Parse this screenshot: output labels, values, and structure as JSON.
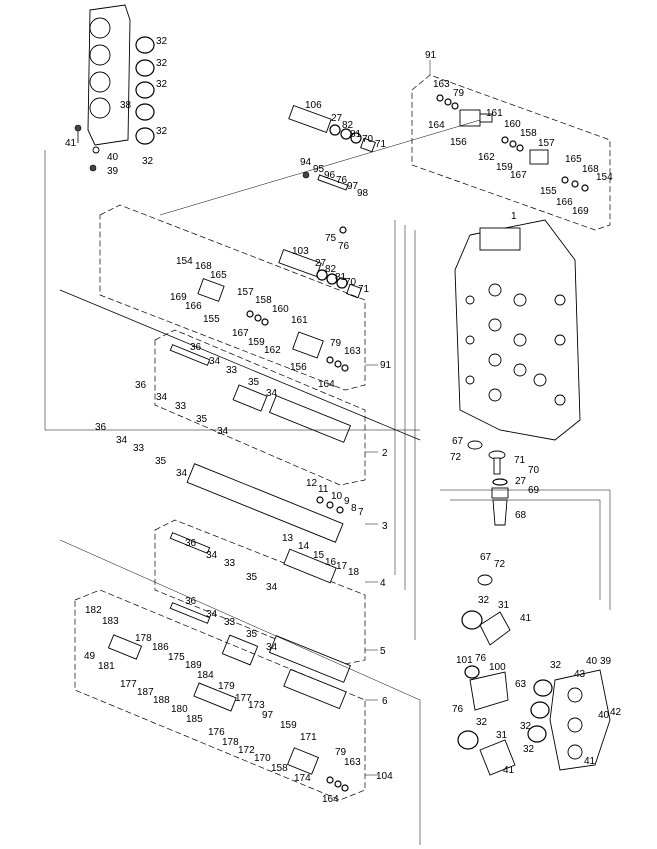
{
  "drawing": {
    "type": "exploded parts diagram",
    "callouts": [
      "1",
      "2",
      "3",
      "4",
      "5",
      "6",
      "7",
      "8",
      "9",
      "10",
      "11",
      "12",
      "13",
      "14",
      "15",
      "16",
      "17",
      "18",
      "27",
      "31",
      "32",
      "33",
      "34",
      "35",
      "36",
      "38",
      "39",
      "40",
      "41",
      "42",
      "43",
      "49",
      "63",
      "67",
      "68",
      "69",
      "70",
      "71",
      "72",
      "75",
      "76",
      "79",
      "81",
      "82",
      "91",
      "94",
      "95",
      "96",
      "97",
      "98",
      "100",
      "101",
      "103",
      "104",
      "106",
      "154",
      "155",
      "156",
      "157",
      "158",
      "159",
      "160",
      "161",
      "162",
      "163",
      "164",
      "165",
      "166",
      "167",
      "168",
      "169",
      "170",
      "171",
      "172",
      "173",
      "174",
      "175",
      "176",
      "177",
      "178",
      "179",
      "180",
      "181",
      "182",
      "183",
      "184",
      "185",
      "186",
      "187",
      "188",
      "189"
    ],
    "group_labels": {
      "g91_top": "91",
      "g91_mid": "91",
      "g2": "2",
      "g3": "3",
      "g4": "4",
      "g5": "5",
      "g6": "6",
      "g104": "104"
    }
  }
}
